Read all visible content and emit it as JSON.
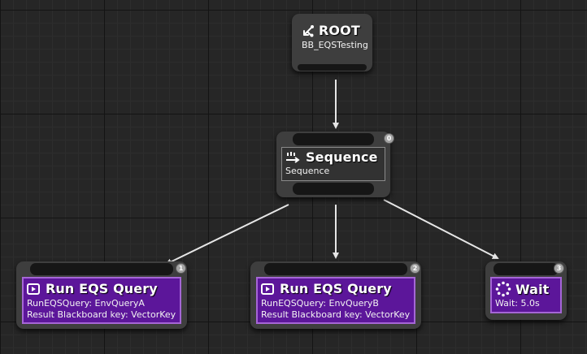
{
  "colors": {
    "canvas": "#262626",
    "node_frame": "#3e3e3e",
    "task_fill": "#5c169a",
    "task_border": "#a566d6",
    "edge": "#e6e6e6",
    "badge": "#a3a3a3"
  },
  "graph": {
    "root": {
      "icon": "branch-icon",
      "title": "ROOT",
      "subtitle": "BB_EQSTesting"
    },
    "sequence": {
      "icon": "sequence-icon",
      "title": "Sequence",
      "subtitle": "Sequence",
      "order": "0"
    },
    "tasks": [
      {
        "icon": "run-eqs-icon",
        "title": "Run EQS Query",
        "lines": [
          "RunEQSQuery: EnvQueryA",
          "Result Blackboard key: VectorKey"
        ],
        "order": "1"
      },
      {
        "icon": "run-eqs-icon",
        "title": "Run EQS Query",
        "lines": [
          "RunEQSQuery: EnvQueryB",
          "Result Blackboard key: VectorKey"
        ],
        "order": "2"
      },
      {
        "icon": "wait-icon",
        "title": "Wait",
        "lines": [
          "Wait: 5.0s"
        ],
        "order": "3"
      }
    ]
  }
}
